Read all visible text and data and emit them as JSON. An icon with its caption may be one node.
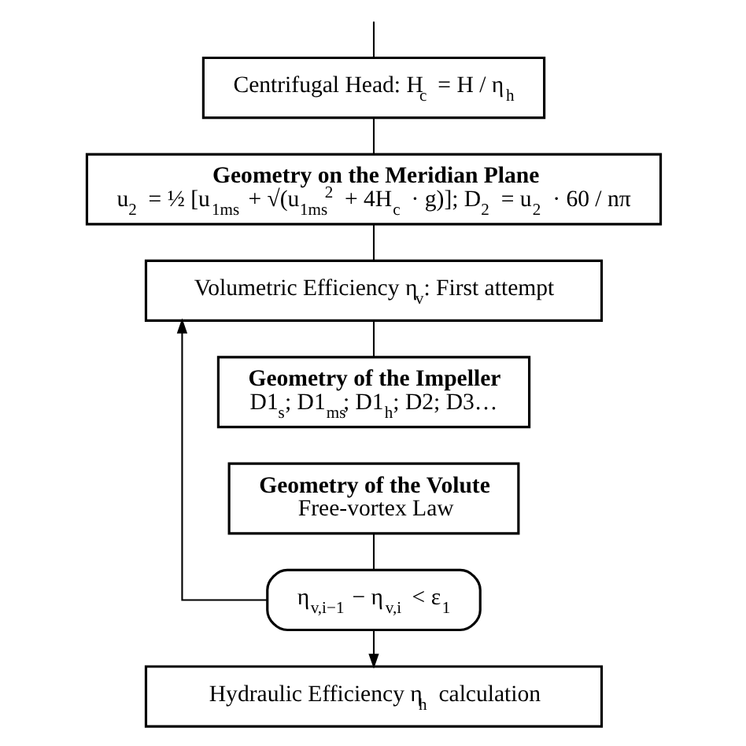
{
  "diagram": {
    "nodes": [
      {
        "text": [
          "Centrifugal Head: H$_{c}$ = H / η$_{h}$"
        ]
      },
      {
        "text": [
          "Geometry on the Meridian Plane",
          "u$_{2}$ = ½ [u$_{1ms}$ + √(u$_{1ms}$$^{2}$ + 4H$_{c}$ · g)]; D$_{2}$ = u$_{2}$ · 60 / nπ"
        ]
      },
      {
        "text": [
          "Volumetric Efficiency η$_{v}$: First attempt"
        ]
      },
      {
        "text": [
          "Geometry of the Impeller",
          "D1$_{s}$; D1$_{ms}$; D1$_{h}$; D2; D3…"
        ]
      },
      {
        "text": [
          "Geometry of the Volute",
          "Free-vortex Law"
        ]
      },
      {
        "text": [
          "η$_{v,i−1}$ − η$_{v,i}$ < ε$_{1}$"
        ]
      },
      {
        "text": [
          "Hydraulic Efficiency η$_{h}$ calculation"
        ]
      }
    ],
    "edges": [
      {
        "from": null,
        "to": 0,
        "arrow": "none"
      },
      {
        "from": 0,
        "to": 1,
        "arrow": "none"
      },
      {
        "from": 1,
        "to": 2,
        "arrow": "none"
      },
      {
        "from": 2,
        "to": 3,
        "arrow": "none"
      },
      {
        "from": 4,
        "to": 5,
        "arrow": "none"
      },
      {
        "from": 5,
        "to": 2,
        "arrow": "to"
      },
      {
        "from": 5,
        "to": 6,
        "arrow": "to"
      }
    ]
  }
}
